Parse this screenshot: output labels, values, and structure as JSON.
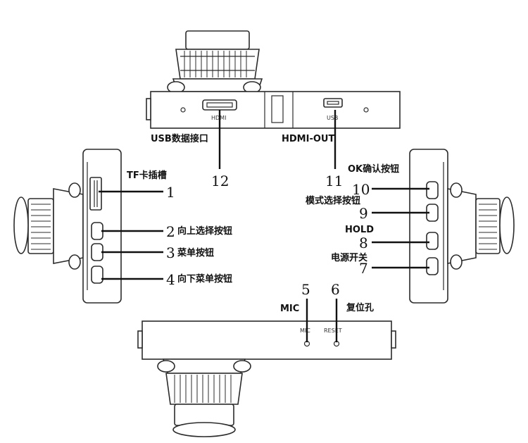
{
  "callouts": {
    "n1": "1",
    "n2": "2",
    "n3": "3",
    "n4": "4",
    "n5": "5",
    "n6": "6",
    "n7": "7",
    "n8": "8",
    "n9": "9",
    "n10": "10",
    "n11": "11",
    "n12": "12"
  },
  "labels": {
    "usb_port": "USB数据接口",
    "hdmi_out": "HDMI-OUT",
    "tf_slot": "TF卡插槽",
    "up_button": "向上选择按钮",
    "menu_button": "菜单按钮",
    "down_button": "向下菜单按钮",
    "ok_button": "OK确认按钮",
    "mode_button": "模式选择按钮",
    "hold": "HOLD",
    "power_switch": "电源开关",
    "mic": "MIC",
    "reset_hole": "复位孔"
  },
  "device_markings": {
    "hdmi": "HDMI",
    "usb": "USB",
    "mic": "MIC",
    "reset": "RESET"
  }
}
